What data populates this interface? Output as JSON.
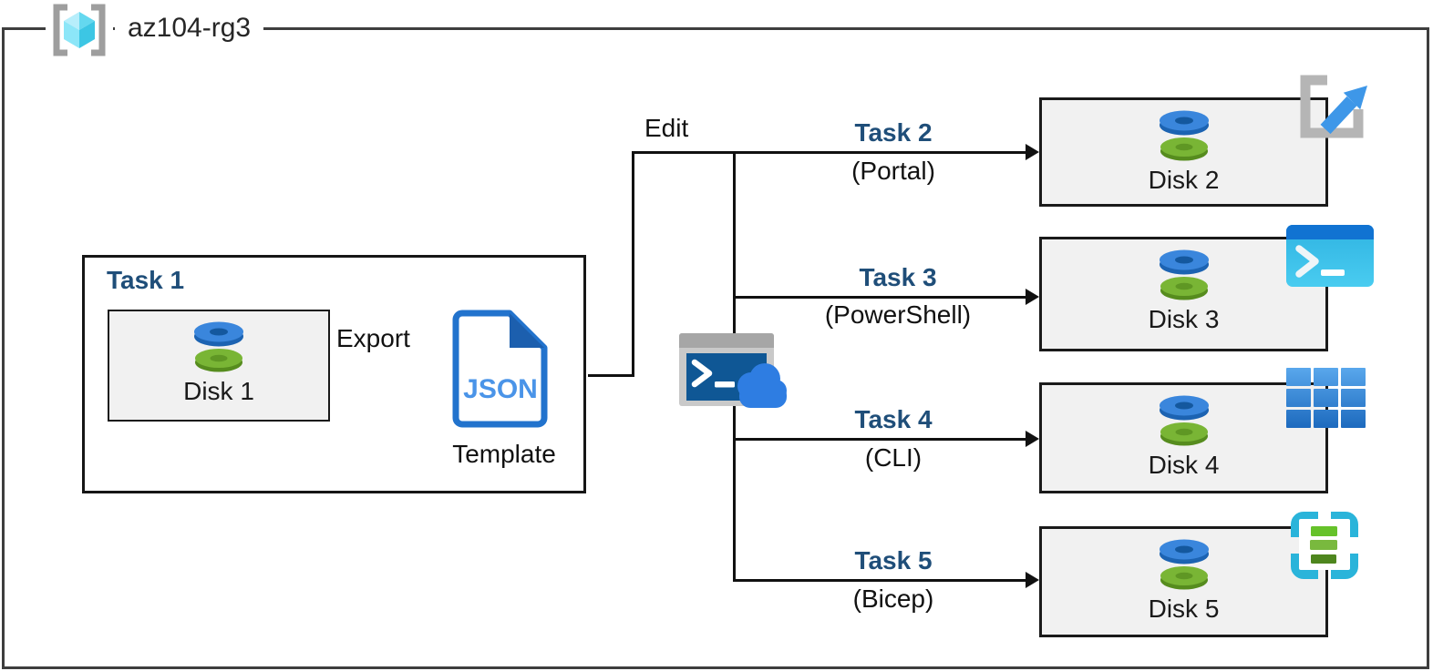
{
  "diagram": {
    "resource_group": "az104-rg3",
    "edit_label": "Edit",
    "colors": {
      "task_label_blue": "#1f4e79",
      "disk_top_blue": "#3a86dc",
      "disk_bottom_green": "#79b535",
      "node_fill_gray": "#f1f1f1",
      "template_border_blue": "#2273cd",
      "resource_group_cyan": "#64d8ef",
      "line_black": "#111111"
    },
    "icons": {
      "resource_group": "resource-group-icon",
      "managed_disk": "managed-disk-icon",
      "json_template": "json-template-icon",
      "cloud_shell": "cloud-shell-icon"
    }
  },
  "task1": {
    "title": "Task 1",
    "disk_label": "Disk 1",
    "export_label": "Export",
    "json_label": "JSON",
    "template_label": "Template"
  },
  "branches": [
    {
      "task": "Task 2",
      "method": "(Portal)",
      "disk": "Disk 2",
      "tool_icon": "azure-portal-icon"
    },
    {
      "task": "Task 3",
      "method": "(PowerShell)",
      "disk": "Disk 3",
      "tool_icon": "powershell-icon"
    },
    {
      "task": "Task 4",
      "method": "(CLI)",
      "disk": "Disk 4",
      "tool_icon": "azure-cli-icon"
    },
    {
      "task": "Task 5",
      "method": "(Bicep)",
      "disk": "Disk 5",
      "tool_icon": "bicep-icon"
    }
  ]
}
